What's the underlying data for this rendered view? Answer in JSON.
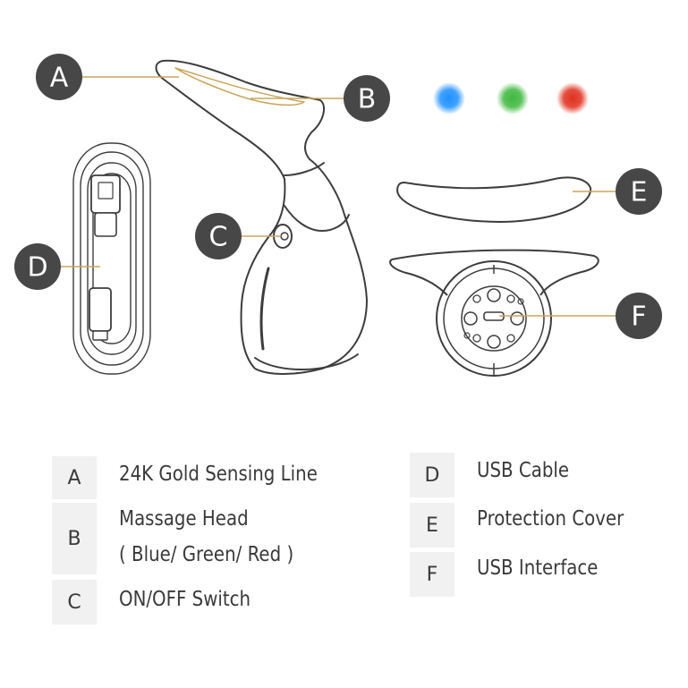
{
  "callouts": {
    "a": "A",
    "b": "B",
    "c": "C",
    "d": "D",
    "e": "E",
    "f": "F"
  },
  "legend": {
    "a": {
      "key": "A",
      "label": "24K Gold Sensing Line"
    },
    "b": {
      "key": "B",
      "label": "Massage Head",
      "sublabel": "( Blue/ Green/ Red )"
    },
    "c": {
      "key": "C",
      "label": "ON/OFF Switch"
    },
    "d": {
      "key": "D",
      "label": "USB Cable"
    },
    "e": {
      "key": "E",
      "label": "Protection Cover"
    },
    "f": {
      "key": "F",
      "label": "USB Interface"
    }
  },
  "colors": {
    "callout_fill": "#474747",
    "leader_line": "#c9a55c",
    "outline": "#3d3d3d",
    "light_blue": "#1e90ff",
    "light_green": "#3fb83f",
    "light_red": "#e0301e"
  }
}
